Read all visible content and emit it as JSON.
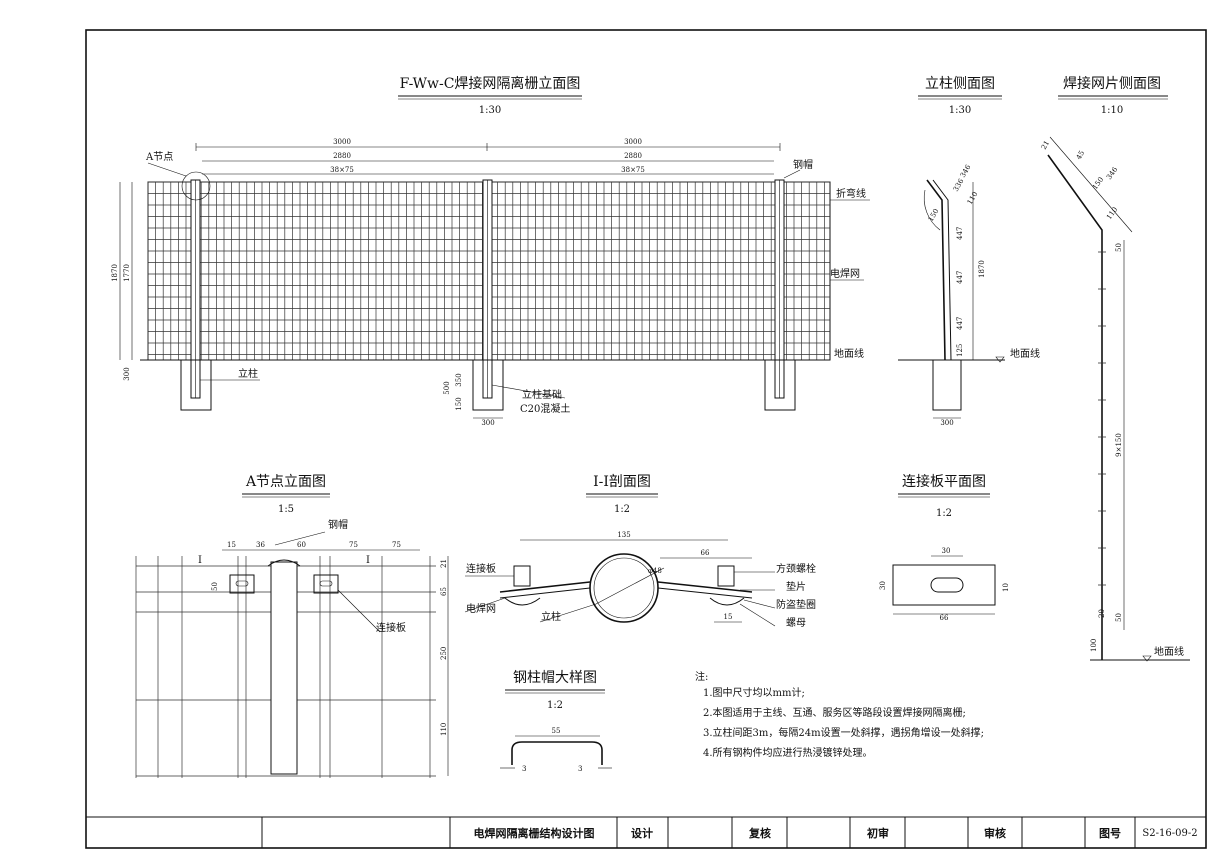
{
  "views": {
    "elevation": {
      "title": "F-Ww-C焊接网隔离栅立面图",
      "scale": "1:30"
    },
    "post_side": {
      "title": "立柱侧面图",
      "scale": "1:30"
    },
    "mesh_side": {
      "title": "焊接网片侧面图",
      "scale": "1:10"
    },
    "node_a": {
      "title": "A节点立面图",
      "scale": "1:5"
    },
    "section": {
      "title": "I-I剖面图",
      "scale": "1:2"
    },
    "plate": {
      "title": "连接板平面图",
      "scale": "1:2"
    },
    "cap": {
      "title": "钢柱帽大样图",
      "scale": "1:2"
    }
  },
  "labels": {
    "node_a": "A节点",
    "cap": "钢帽",
    "fold": "折弯线",
    "mesh": "电焊网",
    "ground": "地面线",
    "post": "立柱",
    "foundation": "立柱基础",
    "concrete": "C20混凝土",
    "plate": "连接板",
    "bolt": "方颈螺栓",
    "washer": "垫片",
    "anti_theft": "防盗垫圈",
    "nut": "螺母",
    "section_mark": "I"
  },
  "dims": {
    "span": "3000",
    "clear": "2880",
    "grid": "38×75",
    "height_total": "1870",
    "height_mesh": "1770",
    "base300": "300",
    "d500": "500",
    "d350": "350",
    "d150": "150",
    "d300w": "300",
    "ps_346": "346",
    "ps_336": "336",
    "ps_110": "110",
    "ps_447": "447",
    "ps_125": "125",
    "ps_r150": "150",
    "ms_45": "45",
    "ms_346": "346",
    "ms_150": "150",
    "ms_110": "110",
    "ms_21": "21",
    "ms_50a": "50",
    "ms_9x150": "9×150",
    "ms_20": "20",
    "ms_50b": "50",
    "ms_100": "100",
    "na_15": "15",
    "na_36": "36",
    "na_60": "60",
    "na_75a": "75",
    "na_75b": "75",
    "na_21": "21",
    "na_50": "50",
    "na_65": "65",
    "na_250": "250",
    "na_110": "110",
    "se_135": "135",
    "se_66": "66",
    "se_phi48": "φ48",
    "se_15": "15",
    "pl_30": "30",
    "pl_66": "66",
    "pl_30h": "30",
    "pl_10": "10",
    "cap_55": "55",
    "cap_3a": "3",
    "cap_3b": "3"
  },
  "notes": {
    "heading": "注:",
    "items": [
      "1.图中尺寸均以mm计;",
      "2.本图适用于主线、互通、服务区等路段设置焊接网隔离栅;",
      "3.立柱间距3m，每隔24m设置一处斜撑，遇拐角增设一处斜撑;",
      "4.所有钢构件均应进行热浸镀锌处理。"
    ]
  },
  "title_block": {
    "drawing_title": "电焊网隔离栅结构设计图",
    "design": "设计",
    "review": "复核",
    "initial": "初审",
    "approve": "审核",
    "drawing_no_label": "图号",
    "drawing_no": "S2-16-09-2"
  }
}
